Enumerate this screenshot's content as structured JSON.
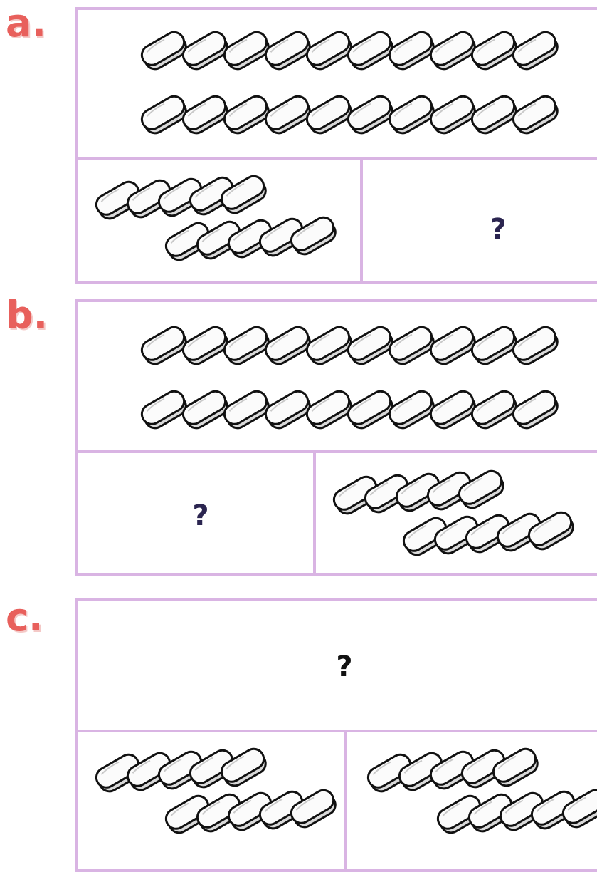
{
  "colors": {
    "label": "#e8605c",
    "label_shadow": "#f4c9c7",
    "box_border": "#d9b4e3",
    "question_ab": "#2b2550",
    "question_c": "#111111"
  },
  "icon": "tablet-piece-icon",
  "problems": [
    {
      "label": "a.",
      "whole": {
        "content": "pieces",
        "pieces": 20
      },
      "parts": [
        {
          "content": "pieces",
          "pieces": 10
        },
        {
          "content": "question",
          "text": "?"
        }
      ]
    },
    {
      "label": "b.",
      "whole": {
        "content": "pieces",
        "pieces": 20
      },
      "parts": [
        {
          "content": "question",
          "text": "?"
        },
        {
          "content": "pieces",
          "pieces": 10
        }
      ]
    },
    {
      "label": "c.",
      "whole": {
        "content": "question",
        "text": "?"
      },
      "parts": [
        {
          "content": "pieces",
          "pieces": 10
        },
        {
          "content": "pieces",
          "pieces": 10
        }
      ]
    }
  ]
}
